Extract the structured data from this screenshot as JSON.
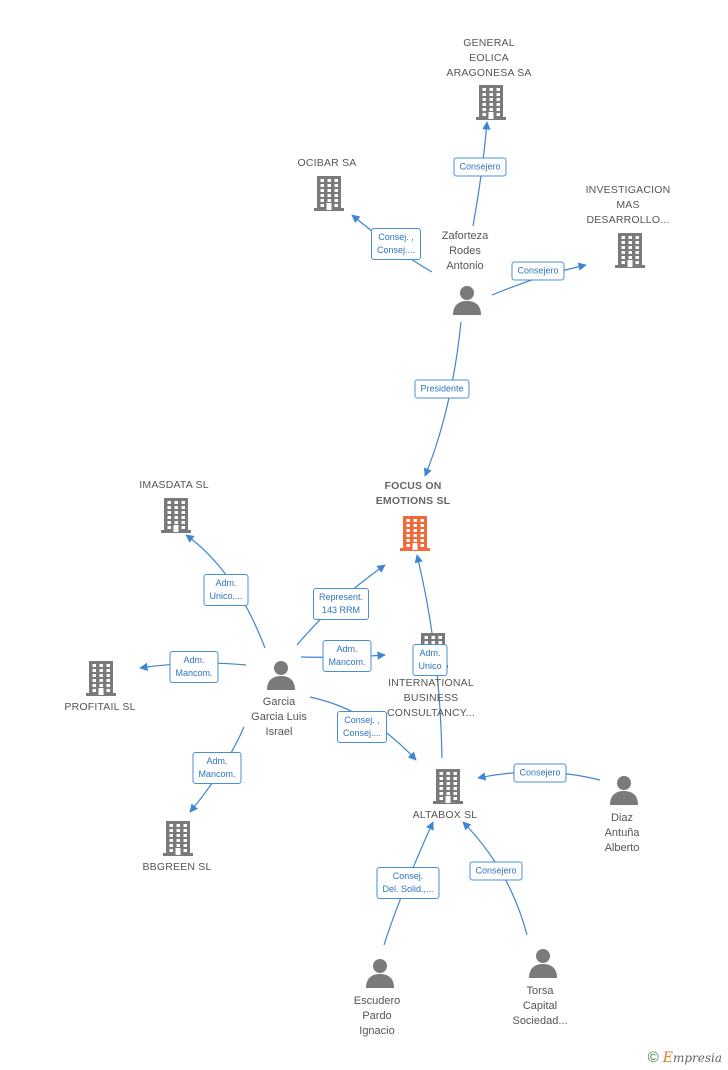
{
  "diagram": {
    "colors": {
      "edge": "#3d86d4",
      "icon": "#7a7a7a",
      "highlight": "#f06a3a",
      "text": "#555555"
    },
    "nodes": [
      {
        "id": "general-eolica",
        "type": "company",
        "label": "GENERAL\nEOLICA\nARAGONESA SA"
      },
      {
        "id": "ocibar",
        "type": "company",
        "label": "OCIBAR SA"
      },
      {
        "id": "investigacion",
        "type": "company",
        "label": "INVESTIGACION\nMAS\nDESARROLLO..."
      },
      {
        "id": "zaforteza",
        "type": "person",
        "label": "Zaforteza\nRodes\nAntonio"
      },
      {
        "id": "focus",
        "type": "company-main",
        "label": "FOCUS ON\nEMOTIONS SL"
      },
      {
        "id": "imasdata",
        "type": "company",
        "label": "IMASDATA SL"
      },
      {
        "id": "profitail",
        "type": "company",
        "label": "PROFITAIL SL"
      },
      {
        "id": "garcia",
        "type": "person",
        "label": "Garcia\nGarcia Luis\nIsrael"
      },
      {
        "id": "international",
        "type": "company",
        "label": "INTERNATIONAL\nBUSINESS\nCONSULTANCY..."
      },
      {
        "id": "bbgreen",
        "type": "company",
        "label": "BBGREEN SL"
      },
      {
        "id": "altabox",
        "type": "company",
        "label": "ALTABOX SL"
      },
      {
        "id": "diaz",
        "type": "person",
        "label": "Diaz\nAntuña\nAlberto"
      },
      {
        "id": "escudero",
        "type": "person",
        "label": "Escudero\nPardo\nIgnacio"
      },
      {
        "id": "torsa",
        "type": "person",
        "label": "Torsa\nCapital\nSociedad..."
      }
    ],
    "edges": [
      {
        "from": "zaforteza",
        "to": "general-eolica",
        "label": "Consejero"
      },
      {
        "from": "zaforteza",
        "to": "ocibar",
        "label": "Consej. ,\nConsej...."
      },
      {
        "from": "zaforteza",
        "to": "investigacion",
        "label": "Consejero"
      },
      {
        "from": "zaforteza",
        "to": "focus",
        "label": "Presidente"
      },
      {
        "from": "garcia",
        "to": "imasdata",
        "label": "Adm.\nUnico,..."
      },
      {
        "from": "garcia",
        "to": "focus",
        "label": "Represent.\n143 RRM"
      },
      {
        "from": "garcia",
        "to": "international",
        "label": "Adm.\nMancom."
      },
      {
        "from": "garcia",
        "to": "profitail",
        "label": "Adm.\nMancom."
      },
      {
        "from": "garcia",
        "to": "altabox",
        "label": "Consej. ,\nConsej...."
      },
      {
        "from": "garcia",
        "to": "bbgreen",
        "label": "Adm.\nMancom."
      },
      {
        "from": "altabox",
        "to": "focus",
        "label": "Adm.\nUnico"
      },
      {
        "from": "diaz",
        "to": "altabox",
        "label": "Consejero"
      },
      {
        "from": "escudero",
        "to": "altabox",
        "label": "Consej.\nDel. Solid.,..."
      },
      {
        "from": "torsa",
        "to": "altabox",
        "label": "Consejero"
      }
    ]
  },
  "brand": {
    "copyright": "©",
    "name_initial": "E",
    "name_rest": "mpresia"
  }
}
